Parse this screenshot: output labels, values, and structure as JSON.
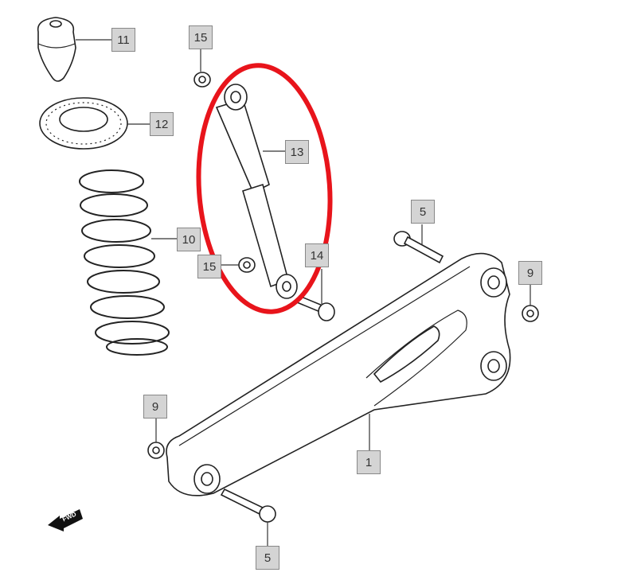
{
  "diagram": {
    "callouts": [
      {
        "id": "bump-stop",
        "label": "11"
      },
      {
        "id": "nut-top",
        "label": "15"
      },
      {
        "id": "spring-seat",
        "label": "12"
      },
      {
        "id": "shock-absorber",
        "label": "13"
      },
      {
        "id": "coil-spring",
        "label": "10"
      },
      {
        "id": "nut-lower",
        "label": "15"
      },
      {
        "id": "bolt-shock",
        "label": "14"
      },
      {
        "id": "bolt-rear",
        "label": "5"
      },
      {
        "id": "nut-rear",
        "label": "9"
      },
      {
        "id": "nut-front",
        "label": "9"
      },
      {
        "id": "trailing-arm",
        "label": "1"
      },
      {
        "id": "bolt-front",
        "label": "5"
      }
    ],
    "direction_marker": "FWD",
    "highlight_color": "#e8141b"
  }
}
